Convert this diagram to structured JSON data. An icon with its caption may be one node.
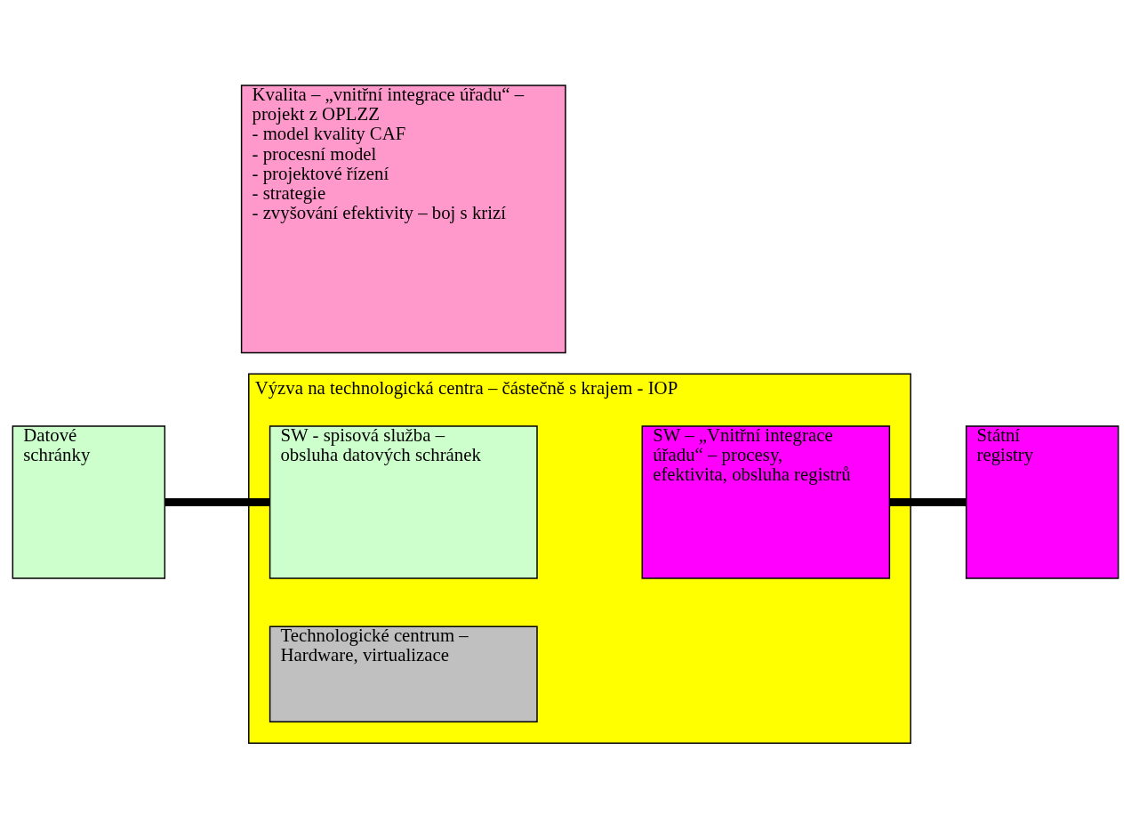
{
  "diagram": {
    "nodes": [
      {
        "text": [
          "Kvalita – „vnitřní integrace úřadu“ – projekt z OPLZZ",
          "- model kvality CAF",
          "- procesní model",
          "- projektové řízení",
          "- strategie",
          "- zvyšování efektivity – boj s krizí"
        ]
      },
      {
        "text": [
          "Výzva na technologická centra – částečně s krajem - IOP"
        ]
      },
      {
        "text": [
          "Datové schránky"
        ]
      },
      {
        "text": [
          "SW - spisová služba – obsluha datových schránek"
        ],
        "in": 1
      },
      {
        "text": [
          "SW – „Vnitřní integrace úřadu“ – procesy, efektivita, obsluha registrů"
        ],
        "in": 1
      },
      {
        "text": [
          "Státní registry"
        ]
      },
      {
        "text": [
          "Technologické centrum – Hardware, virtualizace"
        ],
        "in": 1
      }
    ],
    "edges": [
      {
        "from": 2,
        "to": 3,
        "arrow": "none"
      },
      {
        "from": 4,
        "to": 5,
        "arrow": "none"
      }
    ]
  }
}
